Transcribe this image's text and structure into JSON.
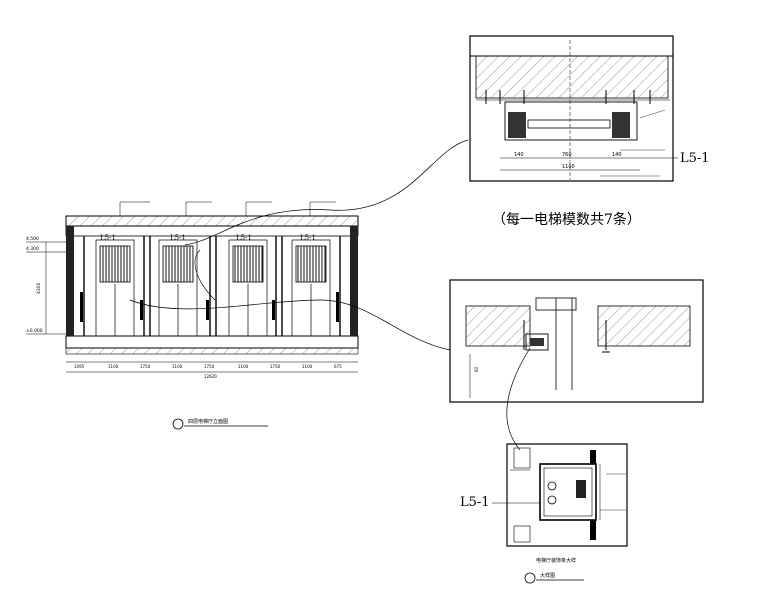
{
  "detail_top": {
    "label": "L5-1",
    "caption": "（每一电梯模数共7条）",
    "dims": [
      "140",
      "760",
      "140",
      "1100"
    ]
  },
  "main_elevation": {
    "section_labels": [
      "L5-1",
      "L5-1",
      "L5-1",
      "L5-1"
    ],
    "level_top": "4.500",
    "level_mid": "4.300",
    "level_bottom": "±0.000",
    "height_dim": "4300",
    "bottom_dims": [
      "1095",
      "1100",
      "1750",
      "1100",
      "1750",
      "1100",
      "1750",
      "1100",
      "675"
    ],
    "total_dim": "12620",
    "title": "四层电梯厅立面图"
  },
  "detail_right": {
    "label": "L5-1",
    "dim": "60"
  },
  "detail_bottom": {
    "caption": "电梯厅装饰条大样",
    "title": "大样图"
  },
  "colors": {
    "line": "#000000",
    "hatch": "#333333",
    "bg": "#ffffff"
  }
}
